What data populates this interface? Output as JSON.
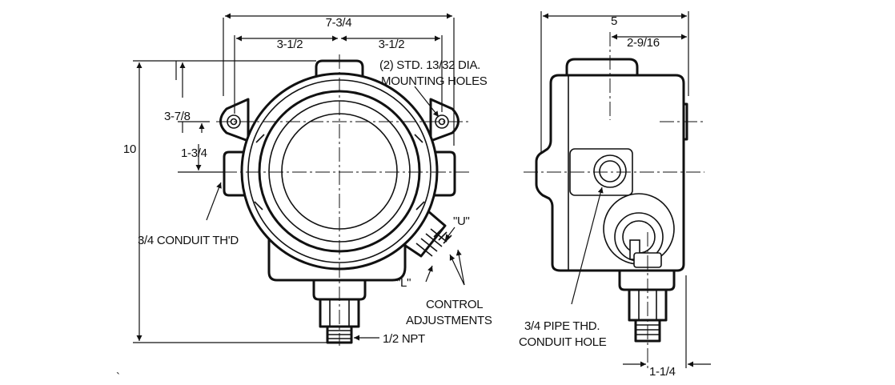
{
  "labels": {
    "overall_width": "7-3/4",
    "left_half_spacing": "3-1/2",
    "right_half_spacing": "3-1/2",
    "mounting_holes_line1": "(2) STD. 13/32 DIA.",
    "mounting_holes_line2": "MOUNTING HOLES",
    "hole_height": "3-7/8",
    "conduit_offset": "1-3/4",
    "overall_height": "10",
    "conduit_thread": "3/4 CONDUIT TH'D",
    "upper_adjust": "\"U\"",
    "lower_adjust": "\"L\"",
    "control_line1": "CONTROL",
    "control_line2": "ADJUSTMENTS",
    "npt": "1/2 NPT",
    "side_width": "5",
    "side_offset": "2-9/16",
    "pipe_line1": "3/4 PIPE THD.",
    "pipe_line2": "CONDUIT HOLE",
    "fitting_offset": "1-1/4"
  },
  "stray_mark": "`"
}
